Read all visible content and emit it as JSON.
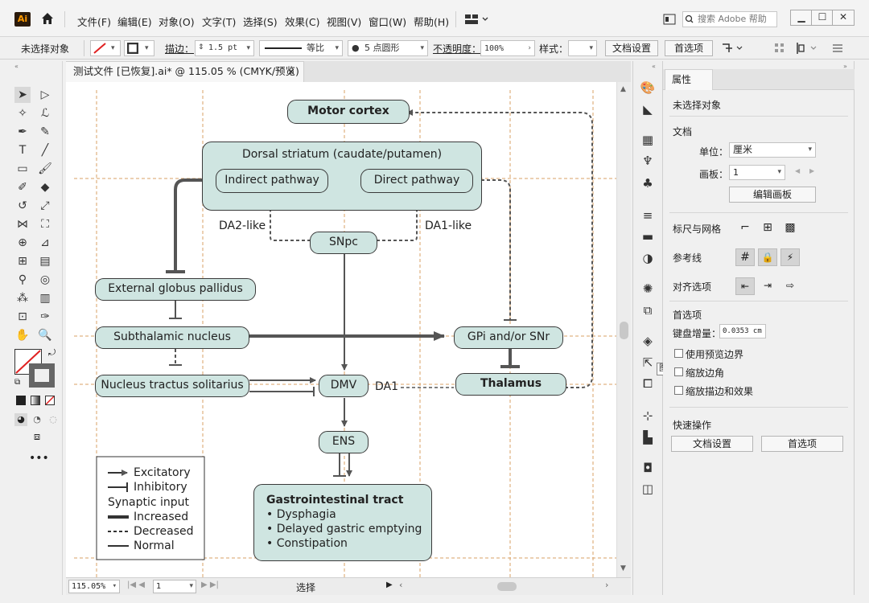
{
  "menubar": {
    "items": [
      "文件(F)",
      "编辑(E)",
      "对象(O)",
      "文字(T)",
      "选择(S)",
      "效果(C)",
      "视图(V)",
      "窗口(W)",
      "帮助(H)"
    ],
    "search_placeholder": "搜索 Adobe 帮助",
    "logo": "Ai"
  },
  "controlbar": {
    "selection_status": "未选择对象",
    "stroke_label": "描边：",
    "stroke_value": "1.5 pt",
    "profile_label": "等比",
    "brush_label": "5 点圆形",
    "opacity_label": "不透明度：",
    "opacity_value": "100%",
    "style_label": "样式：",
    "doc_setup": "文档设置",
    "preferences": "首选项"
  },
  "document": {
    "tab_title": "测试文件 [已恢复].ai* @ 115.05 % (CMYK/预览)",
    "close": "×"
  },
  "diagram": {
    "motor_cortex": "Motor cortex",
    "dorsal_striatum": "Dorsal striatum (caudate/putamen)",
    "indirect_pathway": "Indirect pathway",
    "direct_pathway": "Direct pathway",
    "da2_label": "DA2-like",
    "da1_like_label": "DA1-like",
    "snpc": "SNpc",
    "external_gp": "External globus pallidus",
    "subthalamic": "Subthalamic nucleus",
    "gpi_snr": "GPi and/or SNr",
    "thalamus": "Thalamus",
    "nts": "Nucleus tractus solitarius",
    "dmv": "DMV",
    "da1_label": "DA1",
    "ens": "ENS",
    "gi_title": "Gastrointestinal tract",
    "gi_items": [
      "• Dysphagia",
      "• Delayed gastric emptying",
      "• Constipation"
    ],
    "legend": {
      "excitatory": "Excitatory",
      "inhibitory": "Inhibitory",
      "synaptic_input": "Synaptic input",
      "increased": "Increased",
      "decreased": "Decreased",
      "normal": "Normal"
    }
  },
  "statusbar": {
    "zoom": "115.05%",
    "artboard": "1",
    "tool_name": "选择"
  },
  "properties": {
    "tab": "属性",
    "selection": "未选择对象",
    "document_section": "文档",
    "units_label": "单位：",
    "units_value": "厘米",
    "artboard_label": "画板：",
    "artboard_value": "1",
    "edit_artboards": "编辑画板",
    "rulers_grids": "标尺与网格",
    "guides": "参考线",
    "align_to": "对齐选项",
    "preferences_section": "首选项",
    "keyboard_increment_label": "键盘增量：",
    "keyboard_increment_value": "0.0353 cm",
    "use_preview_bounds": "使用预览边界",
    "scale_corners": "缩放边角",
    "scale_strokes": "缩放描边和效果",
    "quick_actions": "快速操作",
    "doc_setup_button": "文档设置",
    "preferences_button": "首选项",
    "tooltip": "图层"
  },
  "colors": {
    "node_fill": "#cfe5e1",
    "node_stroke": "#3a3a3a",
    "guide": "#d9a066",
    "arrow": "#555555"
  }
}
